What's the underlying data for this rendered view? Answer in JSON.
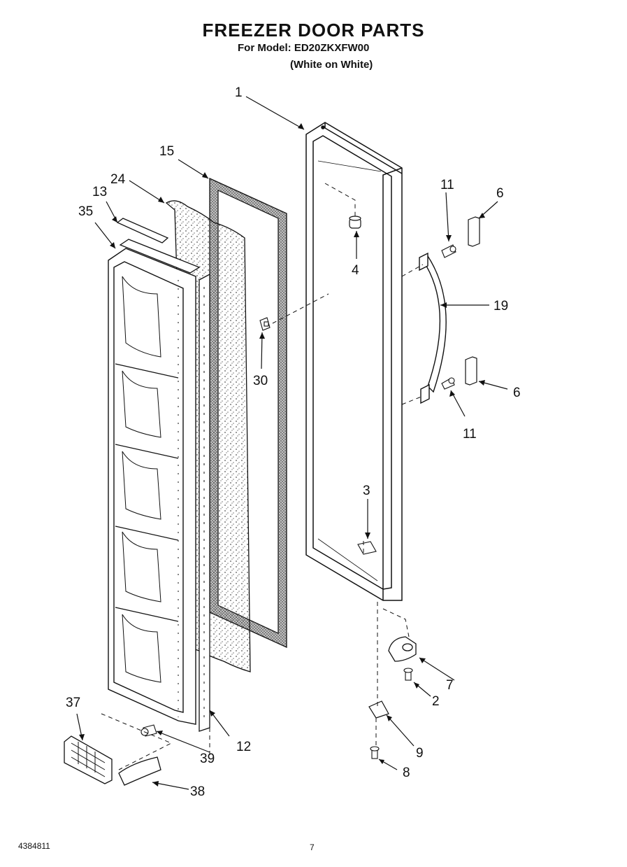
{
  "header": {
    "title": "FREEZER DOOR PARTS",
    "model_line": "For Model: ED20ZKXFW00",
    "variant": "(White on White)"
  },
  "callouts": [
    "1",
    "15",
    "24",
    "13",
    "35",
    "11",
    "6",
    "4",
    "19",
    "30",
    "6",
    "11",
    "3",
    "7",
    "2",
    "9",
    "8",
    "37",
    "39",
    "12",
    "38"
  ],
  "footer": {
    "part_number": "4384811",
    "page_number": "7"
  }
}
